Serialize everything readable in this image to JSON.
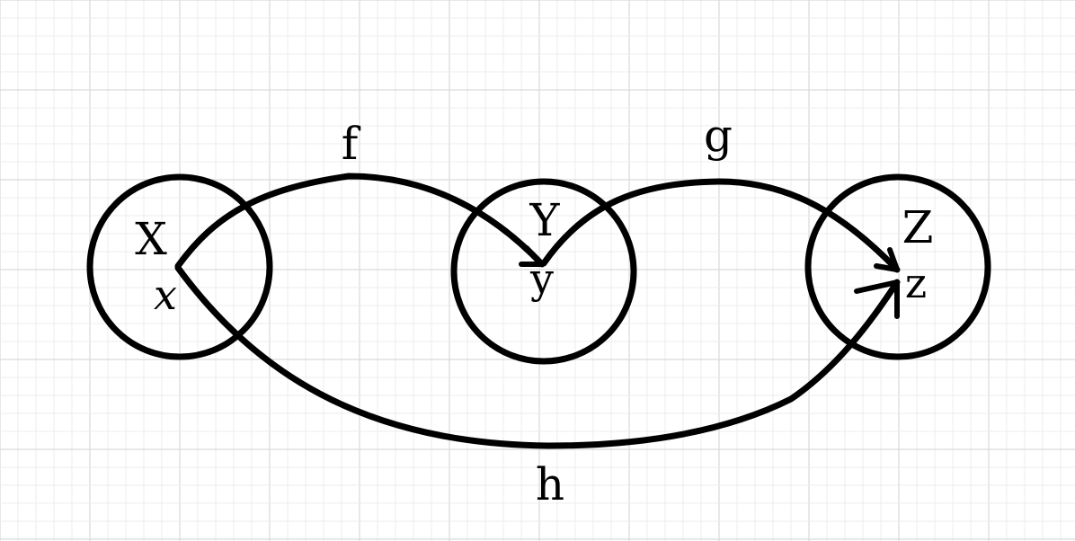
{
  "diagram": {
    "sets": [
      {
        "name": "X",
        "element": "x"
      },
      {
        "name": "Y",
        "element": "y"
      },
      {
        "name": "Z",
        "element": "z"
      }
    ],
    "maps": [
      {
        "name": "f",
        "from": "X",
        "to": "Y"
      },
      {
        "name": "g",
        "from": "Y",
        "to": "Z"
      },
      {
        "name": "h",
        "from": "X",
        "to": "Z"
      }
    ]
  },
  "colors": {
    "background": "#ffffff",
    "grid_minor": "#ececec",
    "grid_major": "#d9d9d9",
    "ink": "#000000"
  }
}
